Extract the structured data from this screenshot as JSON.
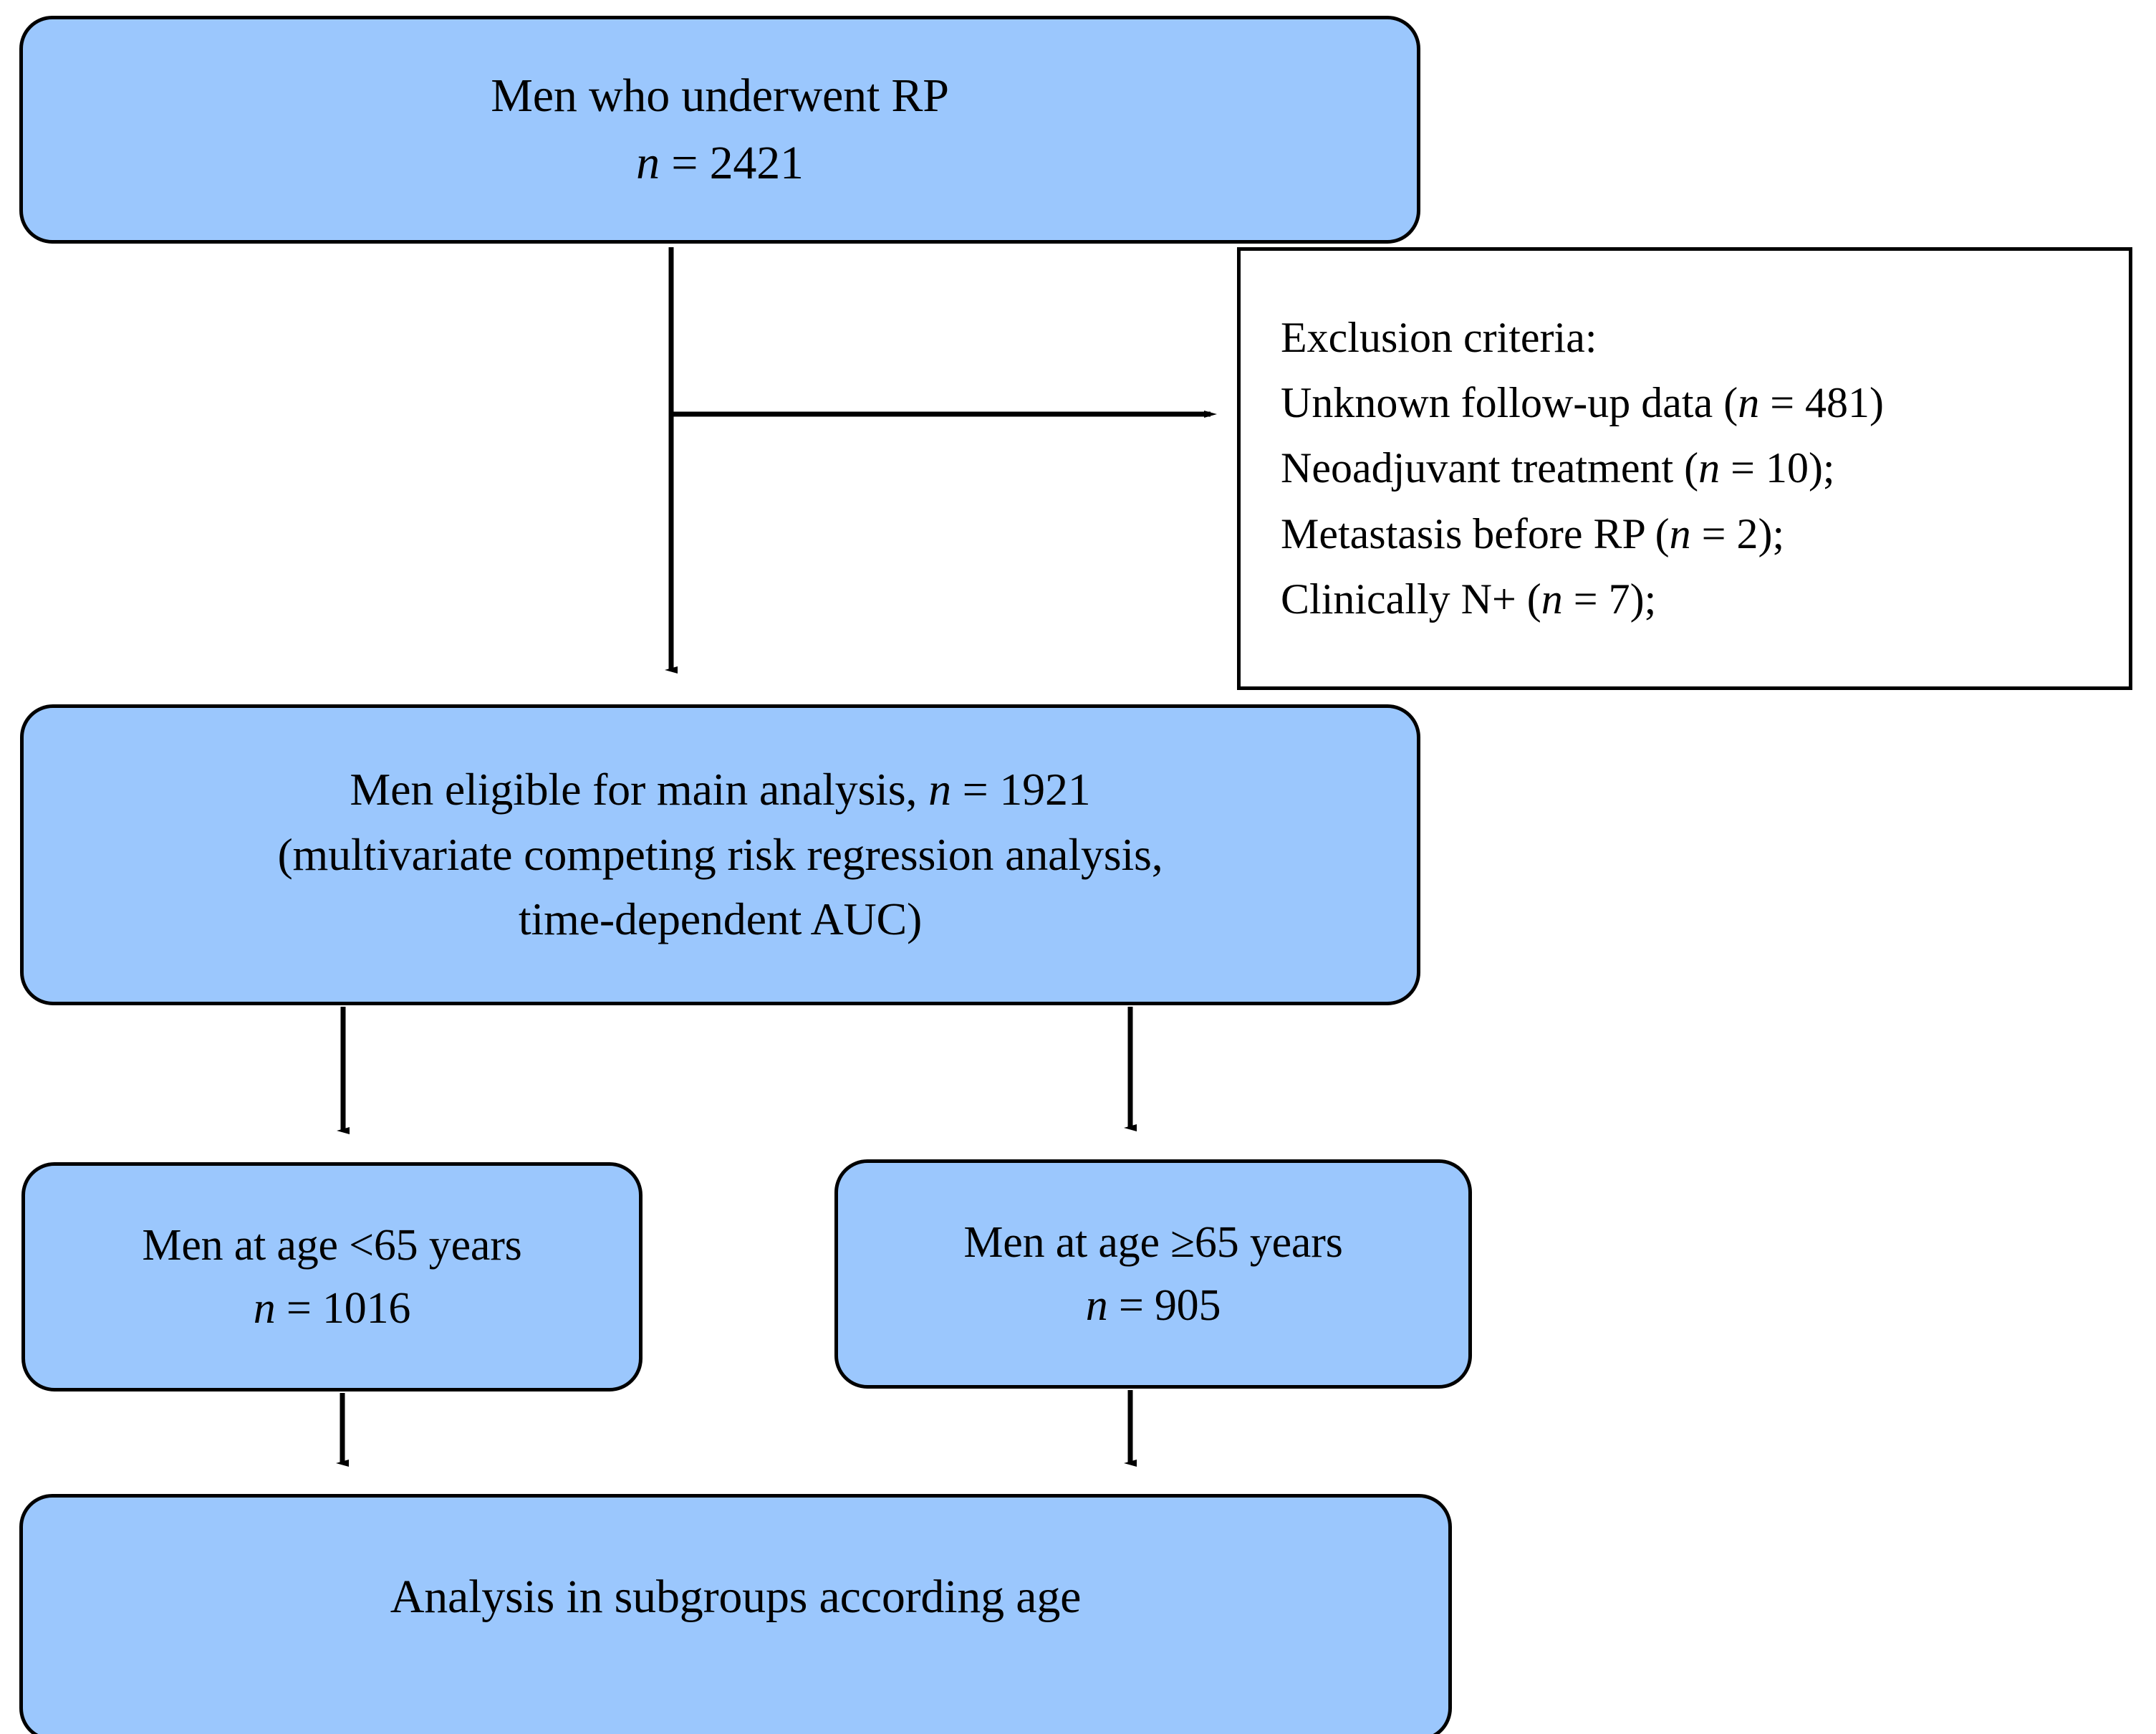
{
  "figure": {
    "type": "flowchart",
    "colors": {
      "node_fill": "#9BC7FD",
      "node_border": "#000000",
      "note_fill": "#FFFFFF",
      "connector": "#000000",
      "background": "#FFFFFF"
    }
  },
  "nodes": {
    "cohort": {
      "line1": "Men who underwent RP",
      "line2_prefix": "n",
      "line2_value": " = 2421"
    },
    "eligible": {
      "line1_a": "Men eligible for main analysis, ",
      "line1_n": "n",
      "line1_b": " = 1921",
      "line2": "(multivariate competing risk regression analysis,",
      "line3": "time-dependent AUC)"
    },
    "age_under": {
      "line1": "Men at age <65 years",
      "line2_prefix": "n",
      "line2_value": " = 1016"
    },
    "age_over": {
      "line1": "Men at age ≥65 years",
      "line2_prefix": "n",
      "line2_value": " = 905"
    },
    "subgroups": {
      "line1": "Analysis in subgroups according age"
    }
  },
  "exclusions": {
    "heading": "Exclusion criteria:",
    "items": [
      {
        "label": "Unknown follow-up data (",
        "n": "n",
        "value": " = 481)"
      },
      {
        "label": "Neoadjuvant treatment (",
        "n": "n",
        "value": " = 10);"
      },
      {
        "label": "Metastasis before RP (",
        "n": "n",
        "value": " = 2);"
      },
      {
        "label": "Clinically N+ (",
        "n": "n",
        "value": " = 7);"
      }
    ]
  },
  "connectors": [
    {
      "id": "cohort-to-eligible",
      "from": "cohort",
      "to": "eligible",
      "direction": "down"
    },
    {
      "id": "cohort-to-exclusions",
      "from": "cohort",
      "to": "exclusions",
      "direction": "right"
    },
    {
      "id": "eligible-to-age-under",
      "from": "eligible",
      "to": "age_under",
      "direction": "down"
    },
    {
      "id": "eligible-to-age-over",
      "from": "eligible",
      "to": "age_over",
      "direction": "down"
    },
    {
      "id": "age-under-to-subgroups",
      "from": "age_under",
      "to": "subgroups",
      "direction": "down"
    },
    {
      "id": "age-over-to-subgroups",
      "from": "age_over",
      "to": "subgroups",
      "direction": "down"
    }
  ]
}
